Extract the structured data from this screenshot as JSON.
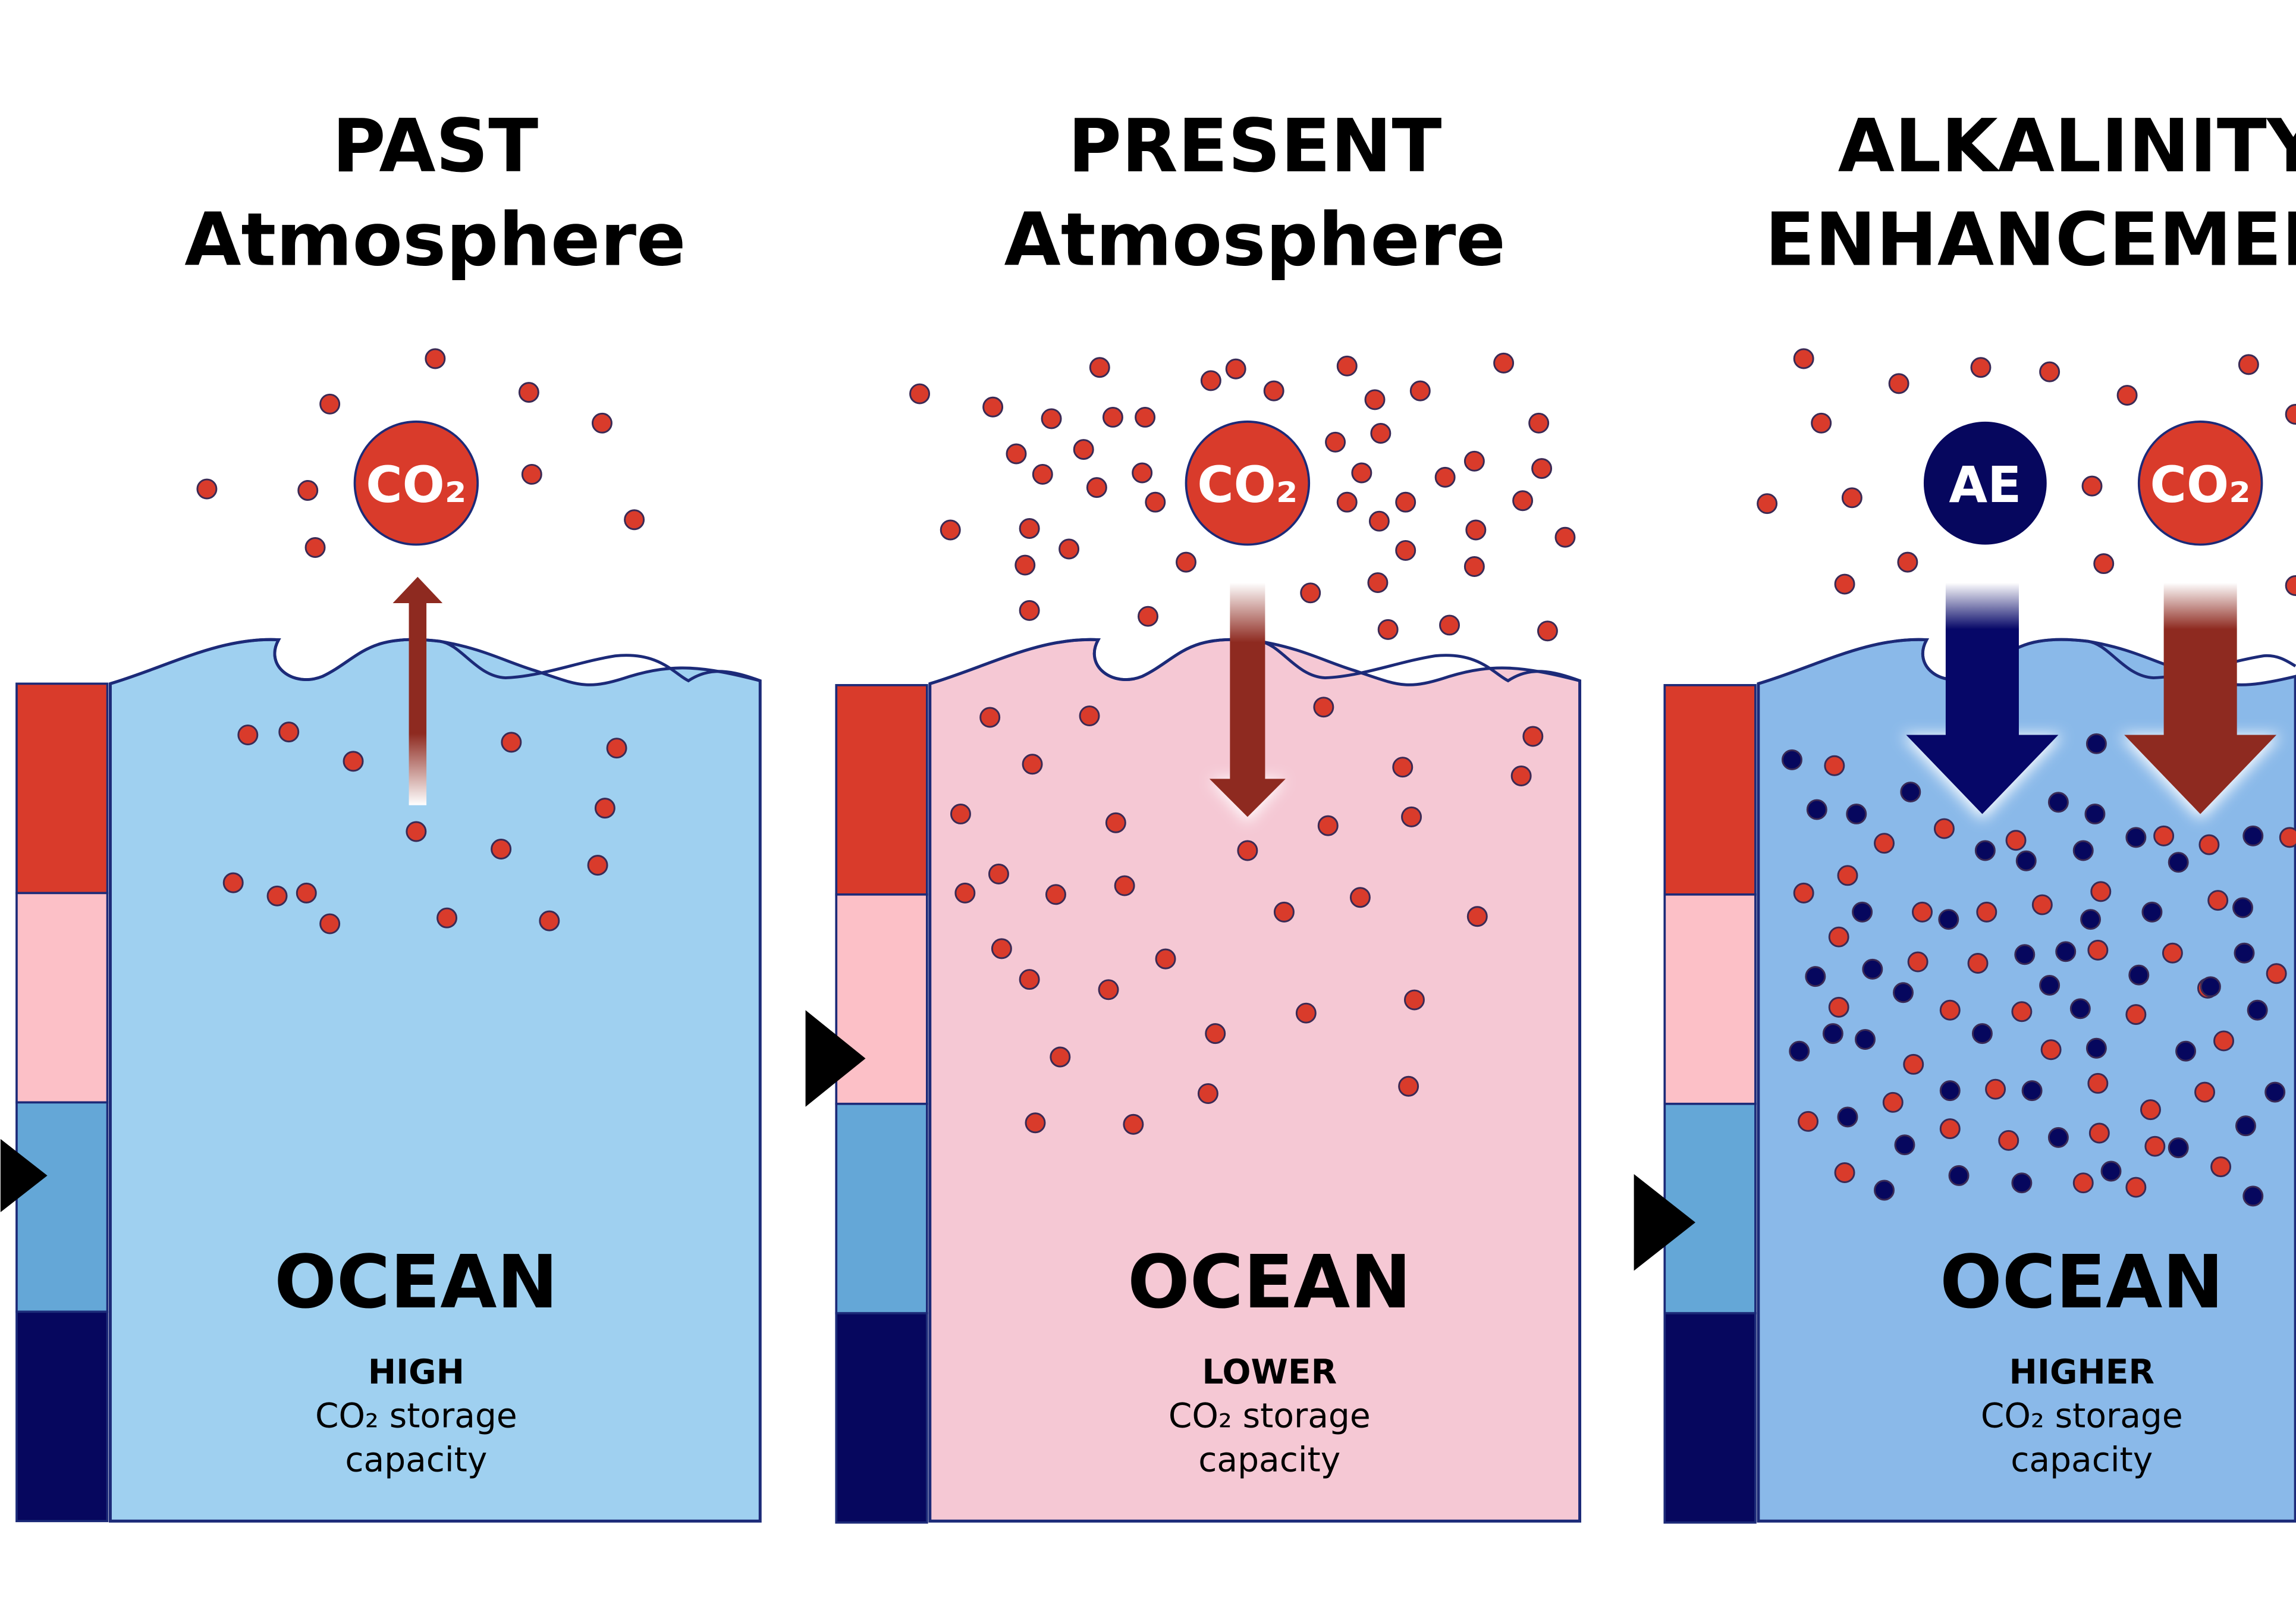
{
  "colors": {
    "co2": "#d93b2b",
    "ae": "#06075e",
    "co2_arrow": "#8e2a20",
    "ae_arrow": "#060768",
    "outline": "#1c2a78",
    "bar": [
      "#d93b2b",
      "#fcc0c7",
      "#64a7d7",
      "#06075e"
    ],
    "panel_fill": [
      "#9fd0f0",
      "#f5c8d4",
      "#8ab9e9"
    ],
    "text": "#000000"
  },
  "icons": {
    "level_pointer": "triangle-right-icon",
    "co2_flux": "arrow-icon"
  },
  "panels": [
    {
      "title_line1": "PAST",
      "title_line2": "Atmosphere",
      "co2_label": "CO₂",
      "ae_label": "",
      "ocean_label": "OCEAN",
      "capacity_level": "HIGH",
      "capacity_line2": "CO₂ storage",
      "capacity_line3": "capacity",
      "flux_direction": "out",
      "bar_pointer_segment": 2.3
    },
    {
      "title_line1": "PRESENT",
      "title_line2": "Atmosphere",
      "co2_label": "CO₂",
      "ae_label": "",
      "ocean_label": "OCEAN",
      "capacity_level": "LOWER",
      "capacity_line2": "CO₂ storage",
      "capacity_line3": "capacity",
      "flux_direction": "in",
      "bar_pointer_segment": 1.8
    },
    {
      "title_line1": "ALKALINITY",
      "title_line2": "ENHANCEMENT",
      "co2_label": "CO₂",
      "ae_label": "AE",
      "ocean_label": "OCEAN",
      "capacity_level": "HIGHER",
      "capacity_line2": "CO₂ storage",
      "capacity_line3": "capacity",
      "flux_direction": "in",
      "bar_pointer_segment": 2.5
    }
  ]
}
